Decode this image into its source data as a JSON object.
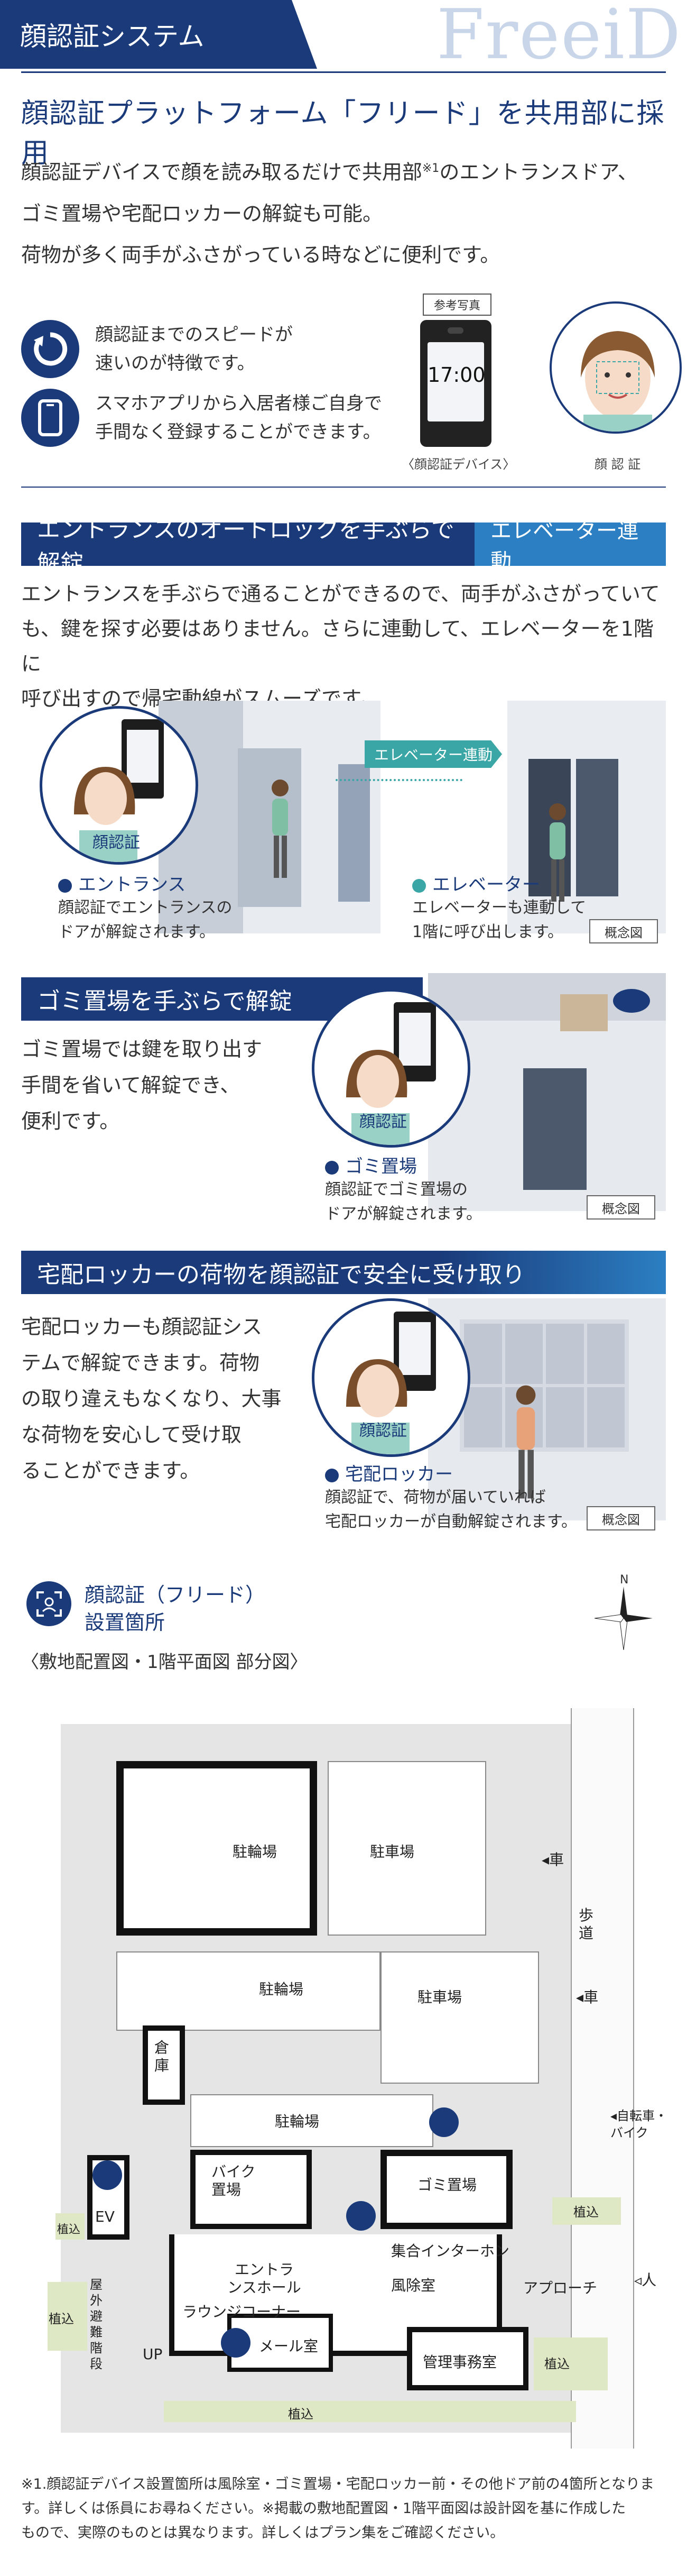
{
  "header": {
    "tab_title": "顔認証システム",
    "brand": "FreeiD"
  },
  "intro": {
    "headline": "顔認証プラットフォーム「フリード」を共用部に採用",
    "para_line1": "顔認証デバイスで顔を読み取るだけで共用部",
    "para_sup": "※1",
    "para_line1b": "のエントランスドア、",
    "para_line2": "ゴミ置場や宅配ロッカーの解錠も可能。",
    "para_line3": "荷物が多く両手がふさがっている時などに便利です。"
  },
  "features": [
    {
      "line1": "顔認証までのスピードが",
      "line2": "速いのが特徴です。",
      "icon": "speed-icon"
    },
    {
      "line1": "スマホアプリから入居者様ご自身で",
      "line2": "手間なく登録することができます。",
      "icon": "smartphone-icon"
    }
  ],
  "device_panel": {
    "ref_label": "参考写真",
    "screen_time": "17:00",
    "device_caption": "〈顔認証デバイス〉",
    "face_caption": "顔 認 証"
  },
  "entrance": {
    "bar_title": "エントランスのオートロックを手ぶらで解錠",
    "bar_chip": "エレベーター連動",
    "para_line1": "エントランスを手ぶらで通ることができるので、両手がふさがっていて",
    "para_line2": "も、鍵を探す必要はありません。さらに連動して、エレベーターを1階に",
    "para_line3": "呼び出すので帰宅動線がスムーズです。",
    "face_tag": "顔認証",
    "link_label": "エレベーター連動",
    "item1_title": "エントランス",
    "item1_desc1": "顔認証でエントランスの",
    "item1_desc2": "ドアが解錠されます。",
    "item2_title": "エレベーター",
    "item2_desc1": "エレベーターも連動して",
    "item2_desc2": "1階に呼び出します。",
    "concept": "概念図"
  },
  "garbage": {
    "bar_title": "ゴミ置場を手ぶらで解錠",
    "para_line1": "ゴミ置場では鍵を取り出す",
    "para_line2": "手間を省いて解錠でき、",
    "para_line3": "便利です。",
    "face_tag": "顔認証",
    "item_title": "ゴミ置場",
    "item_desc1": "顔認証でゴミ置場の",
    "item_desc2": "ドアが解錠されます。",
    "concept": "概念図"
  },
  "locker": {
    "bar_title": "宅配ロッカーの荷物を顔認証で安全に受け取り",
    "para_line1": "宅配ロッカーも顔認証シス",
    "para_line2": "テムで解錠できます。荷物",
    "para_line3": "の取り違えもなくなり、大事",
    "para_line4": "な荷物を安心して受け取",
    "para_line5": "ることができます。",
    "face_tag": "顔認証",
    "item_title": "宅配ロッカー",
    "item_desc1": "顔認証で、荷物が届いていれば",
    "item_desc2": "宅配ロッカーが自動解錠されます。",
    "concept": "概念図"
  },
  "map": {
    "title_line1": "顔認証（フリード）",
    "title_line2": "設置箇所",
    "subtitle": "〈敷地配置図・1階平面図 部分図〉",
    "north": "N",
    "labels": {
      "bike1": "駐輪場",
      "car1": "駐車場",
      "bike2": "駐輪場",
      "car2": "駐車場",
      "storage": "倉庫",
      "bike3": "駐輪場",
      "motorbike": "バイク置場",
      "garbage": "ゴミ置場",
      "ev": "EV",
      "intercom": "集合インターホン",
      "entrance_hall": "エントランスホール",
      "windbreak": "風除室",
      "approach": "アプローチ",
      "lounge": "ラウンジコーナー",
      "mailroom": "メール室",
      "office": "管理事務室",
      "outdoor_stairs": "屋外避難階段",
      "up": "UP",
      "planting1": "植込",
      "planting2": "植込",
      "planting3": "植込",
      "planting4": "植込",
      "planting5": "植込",
      "car_arrow1": "車",
      "car_arrow2": "車",
      "sidewalk": "歩道",
      "bicycle_bike": "自転車・バイク",
      "person": "人"
    }
  },
  "footnote": {
    "line1": "※1.顔認証デバイス設置箇所は風除室・ゴミ置場・宅配ロッカー前・その他ドア前の4箇所となりま",
    "line2": "す。詳しくは係員にお尋ねください。※掲載の敷地配置図・1階平面図は設計図を基に作成した",
    "line3": "もので、実際のものとは異なります。詳しくはプラン集をご確認ください。"
  },
  "colors": {
    "navy": "#1a3a7a",
    "accent_blue": "#2b7fc2",
    "teal": "#3aa6a6",
    "planting_green": "#dfe8c4"
  }
}
